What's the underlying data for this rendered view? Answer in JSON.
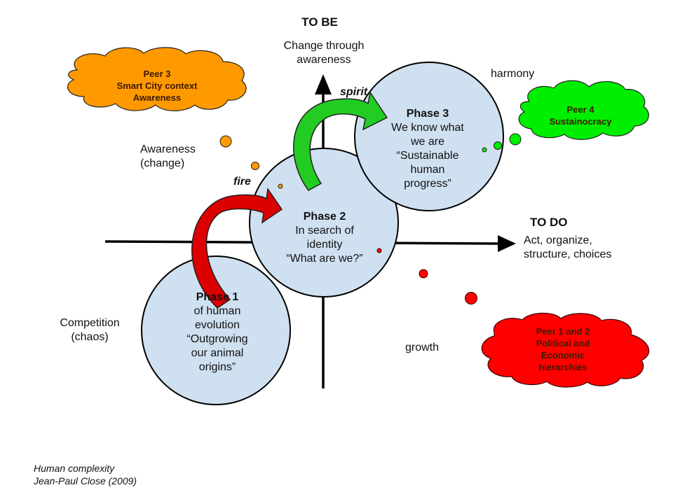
{
  "axes": {
    "vertical": {
      "title": "TO BE",
      "subtitle_lines": [
        "Change through",
        "awareness"
      ]
    },
    "horizontal": {
      "title": "TO DO",
      "subtitle_lines": [
        "Act, organize,",
        "structure, choices"
      ]
    }
  },
  "quadrant_labels": {
    "top_left": [
      "Awareness",
      "(change)"
    ],
    "top_right": "harmony",
    "bottom_left": [
      "Competition",
      "(chaos)"
    ],
    "bottom_right": "growth"
  },
  "transitions": [
    {
      "label": "fire",
      "from": "Phase 1",
      "to": "Phase 2",
      "color": "#dd0000"
    },
    {
      "label": "spirit",
      "from": "Phase 2",
      "to": "Phase 3",
      "color": "#22cc22"
    }
  ],
  "phases": [
    {
      "title": "Phase 1",
      "lines": [
        "of human",
        "evolution",
        "“Outgrowing",
        "our animal",
        "origins”"
      ]
    },
    {
      "title": "Phase 2",
      "lines": [
        "In search of",
        "identity",
        "“What are we?”"
      ]
    },
    {
      "title": "Phase 3",
      "lines": [
        "We know what",
        "we are",
        "“Sustainable",
        "human",
        "progress”"
      ]
    }
  ],
  "clouds": [
    {
      "id": "peer3",
      "lines": [
        "Peer 3",
        "Smart City context",
        "Awareness"
      ],
      "color": "#ff9900"
    },
    {
      "id": "peer4",
      "lines": [
        "Peer 4",
        "Sustainocracy"
      ],
      "color": "#00ee00"
    },
    {
      "id": "peer12",
      "lines": [
        "Peer 1 and 2",
        "Political and",
        "Economic",
        "hierarchies"
      ],
      "color": "#ff0000"
    }
  ],
  "colors": {
    "phase_fill": "#cfe0f0",
    "outline": "#000000"
  },
  "caption": [
    "Human complexity",
    "Jean-Paul Close (2009)"
  ]
}
